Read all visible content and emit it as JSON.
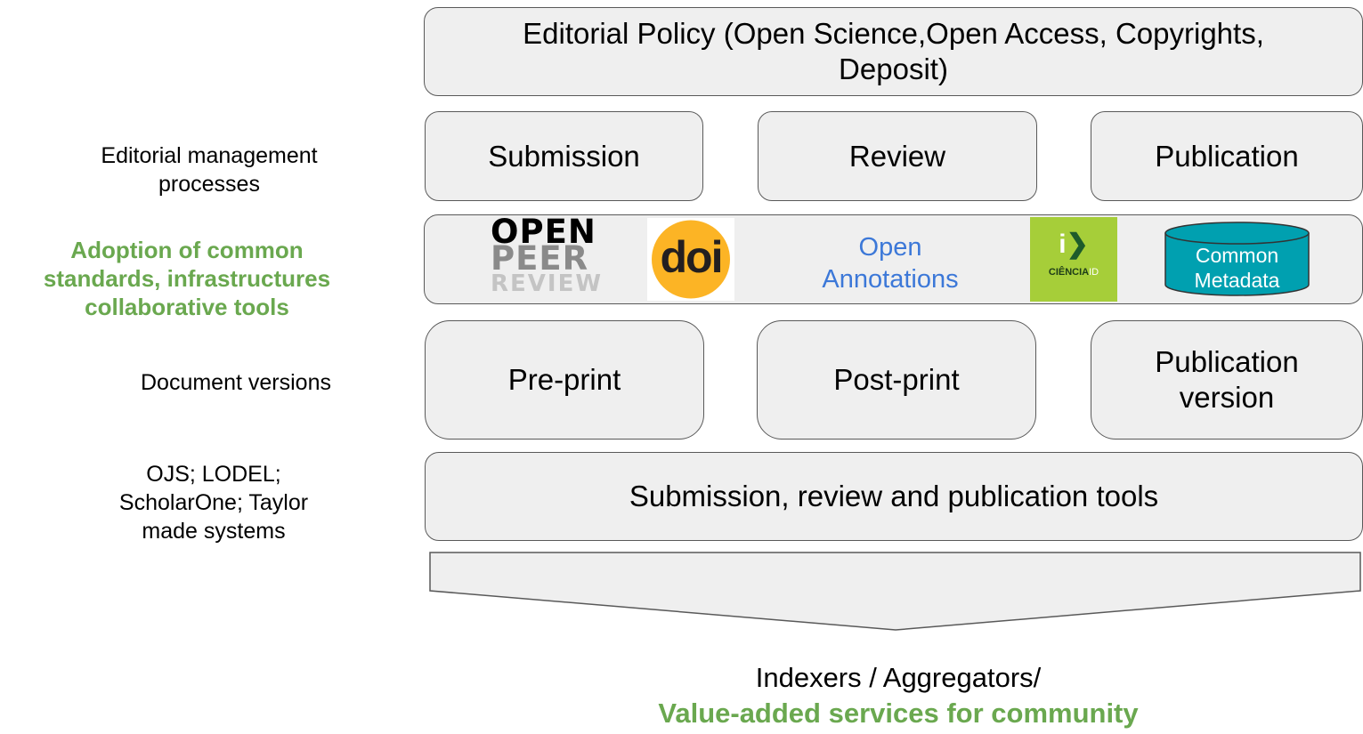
{
  "policy": {
    "label_line1": "Editorial Policy (Open Science,Open Access, Copyrights,",
    "label_line2": "Deposit)"
  },
  "processes": {
    "submission": "Submission",
    "review": "Review",
    "publication": "Publication"
  },
  "standards": {
    "open_peer_review": {
      "line1": "OPEN",
      "line2": "PEER",
      "line3": "REVIEW"
    },
    "doi": "doi",
    "open_annotations": {
      "line1": "Open",
      "line2": "Annotations"
    },
    "ciencia_id": {
      "main": "CIÊNCIA",
      "suffix": "ID"
    },
    "common_metadata": {
      "line1": "Common",
      "line2": "Metadata"
    }
  },
  "versions": {
    "preprint": "Pre-print",
    "postprint": "Post-print",
    "publication_version": {
      "line1": "Publication",
      "line2": "version"
    }
  },
  "tools": {
    "label": "Submission, review and publication tools"
  },
  "side_labels": {
    "editorial_management": {
      "line1": "Editorial management",
      "line2": "processes"
    },
    "adoption": {
      "line1": "Adoption of common",
      "line2": "standards, infrastructures",
      "line3": "collaborative tools"
    },
    "document_versions": "Document versions",
    "systems": {
      "line1": "OJS; LODEL;",
      "line2": "ScholarOne; Taylor",
      "line3": "made systems"
    }
  },
  "footer": {
    "line1": "Indexers / Aggregators/",
    "line2": "Value-added services for community"
  },
  "colors": {
    "box_fill": "#efefef",
    "box_stroke": "#595959",
    "green": "#6aa84f",
    "blue": "#3c78d8",
    "doi_orange": "#fcb425",
    "teal": "#00a0b0",
    "ciencia_green": "#a6ce39"
  }
}
